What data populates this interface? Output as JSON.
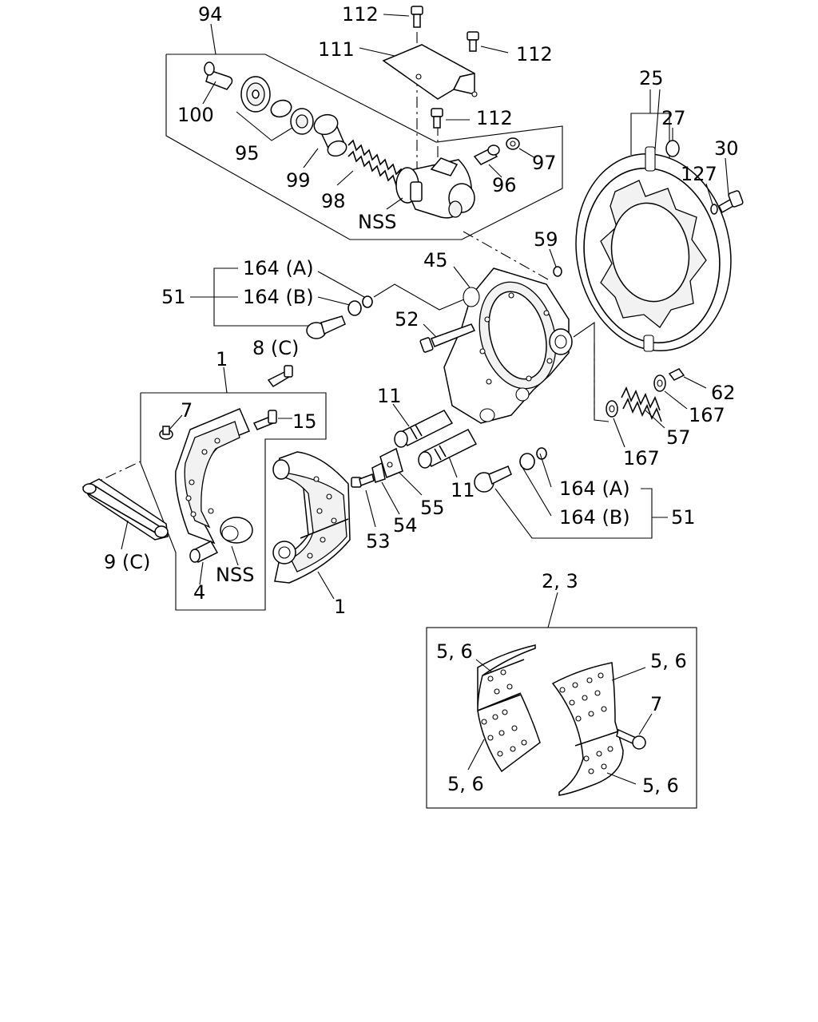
{
  "labels": {
    "l94": "94",
    "l100": "100",
    "l95": "95",
    "l99": "99",
    "l98": "98",
    "nss_top": "NSS",
    "l112a": "112",
    "l111": "111",
    "l112b": "112",
    "l112c": "112",
    "l96": "96",
    "l97": "97",
    "l25": "25",
    "l27": "27",
    "l30": "30",
    "l127": "127",
    "l164a_top": "164 (A)",
    "l164b_top": "164 (B)",
    "l51_top": "51",
    "l45": "45",
    "l59": "59",
    "l52": "52",
    "l8c": "8 (C)",
    "l1_top": "1",
    "l7_left": "7",
    "l15": "15",
    "l11a": "11",
    "l11b": "11",
    "l53": "53",
    "l54": "54",
    "l55": "55",
    "l62": "62",
    "l167a": "167",
    "l57": "57",
    "l167b": "167",
    "l164a_bot": "164 (A)",
    "l164b_bot": "164 (B)",
    "l51_bot": "51",
    "l9c": "9 (C)",
    "l4": "4",
    "nss_bot": "NSS",
    "l1_bot": "1",
    "l23": "2, 3",
    "l56a": "5, 6",
    "l56b": "5, 6",
    "l7_right": "7",
    "l56c": "5, 6",
    "l56d": "5, 6"
  }
}
